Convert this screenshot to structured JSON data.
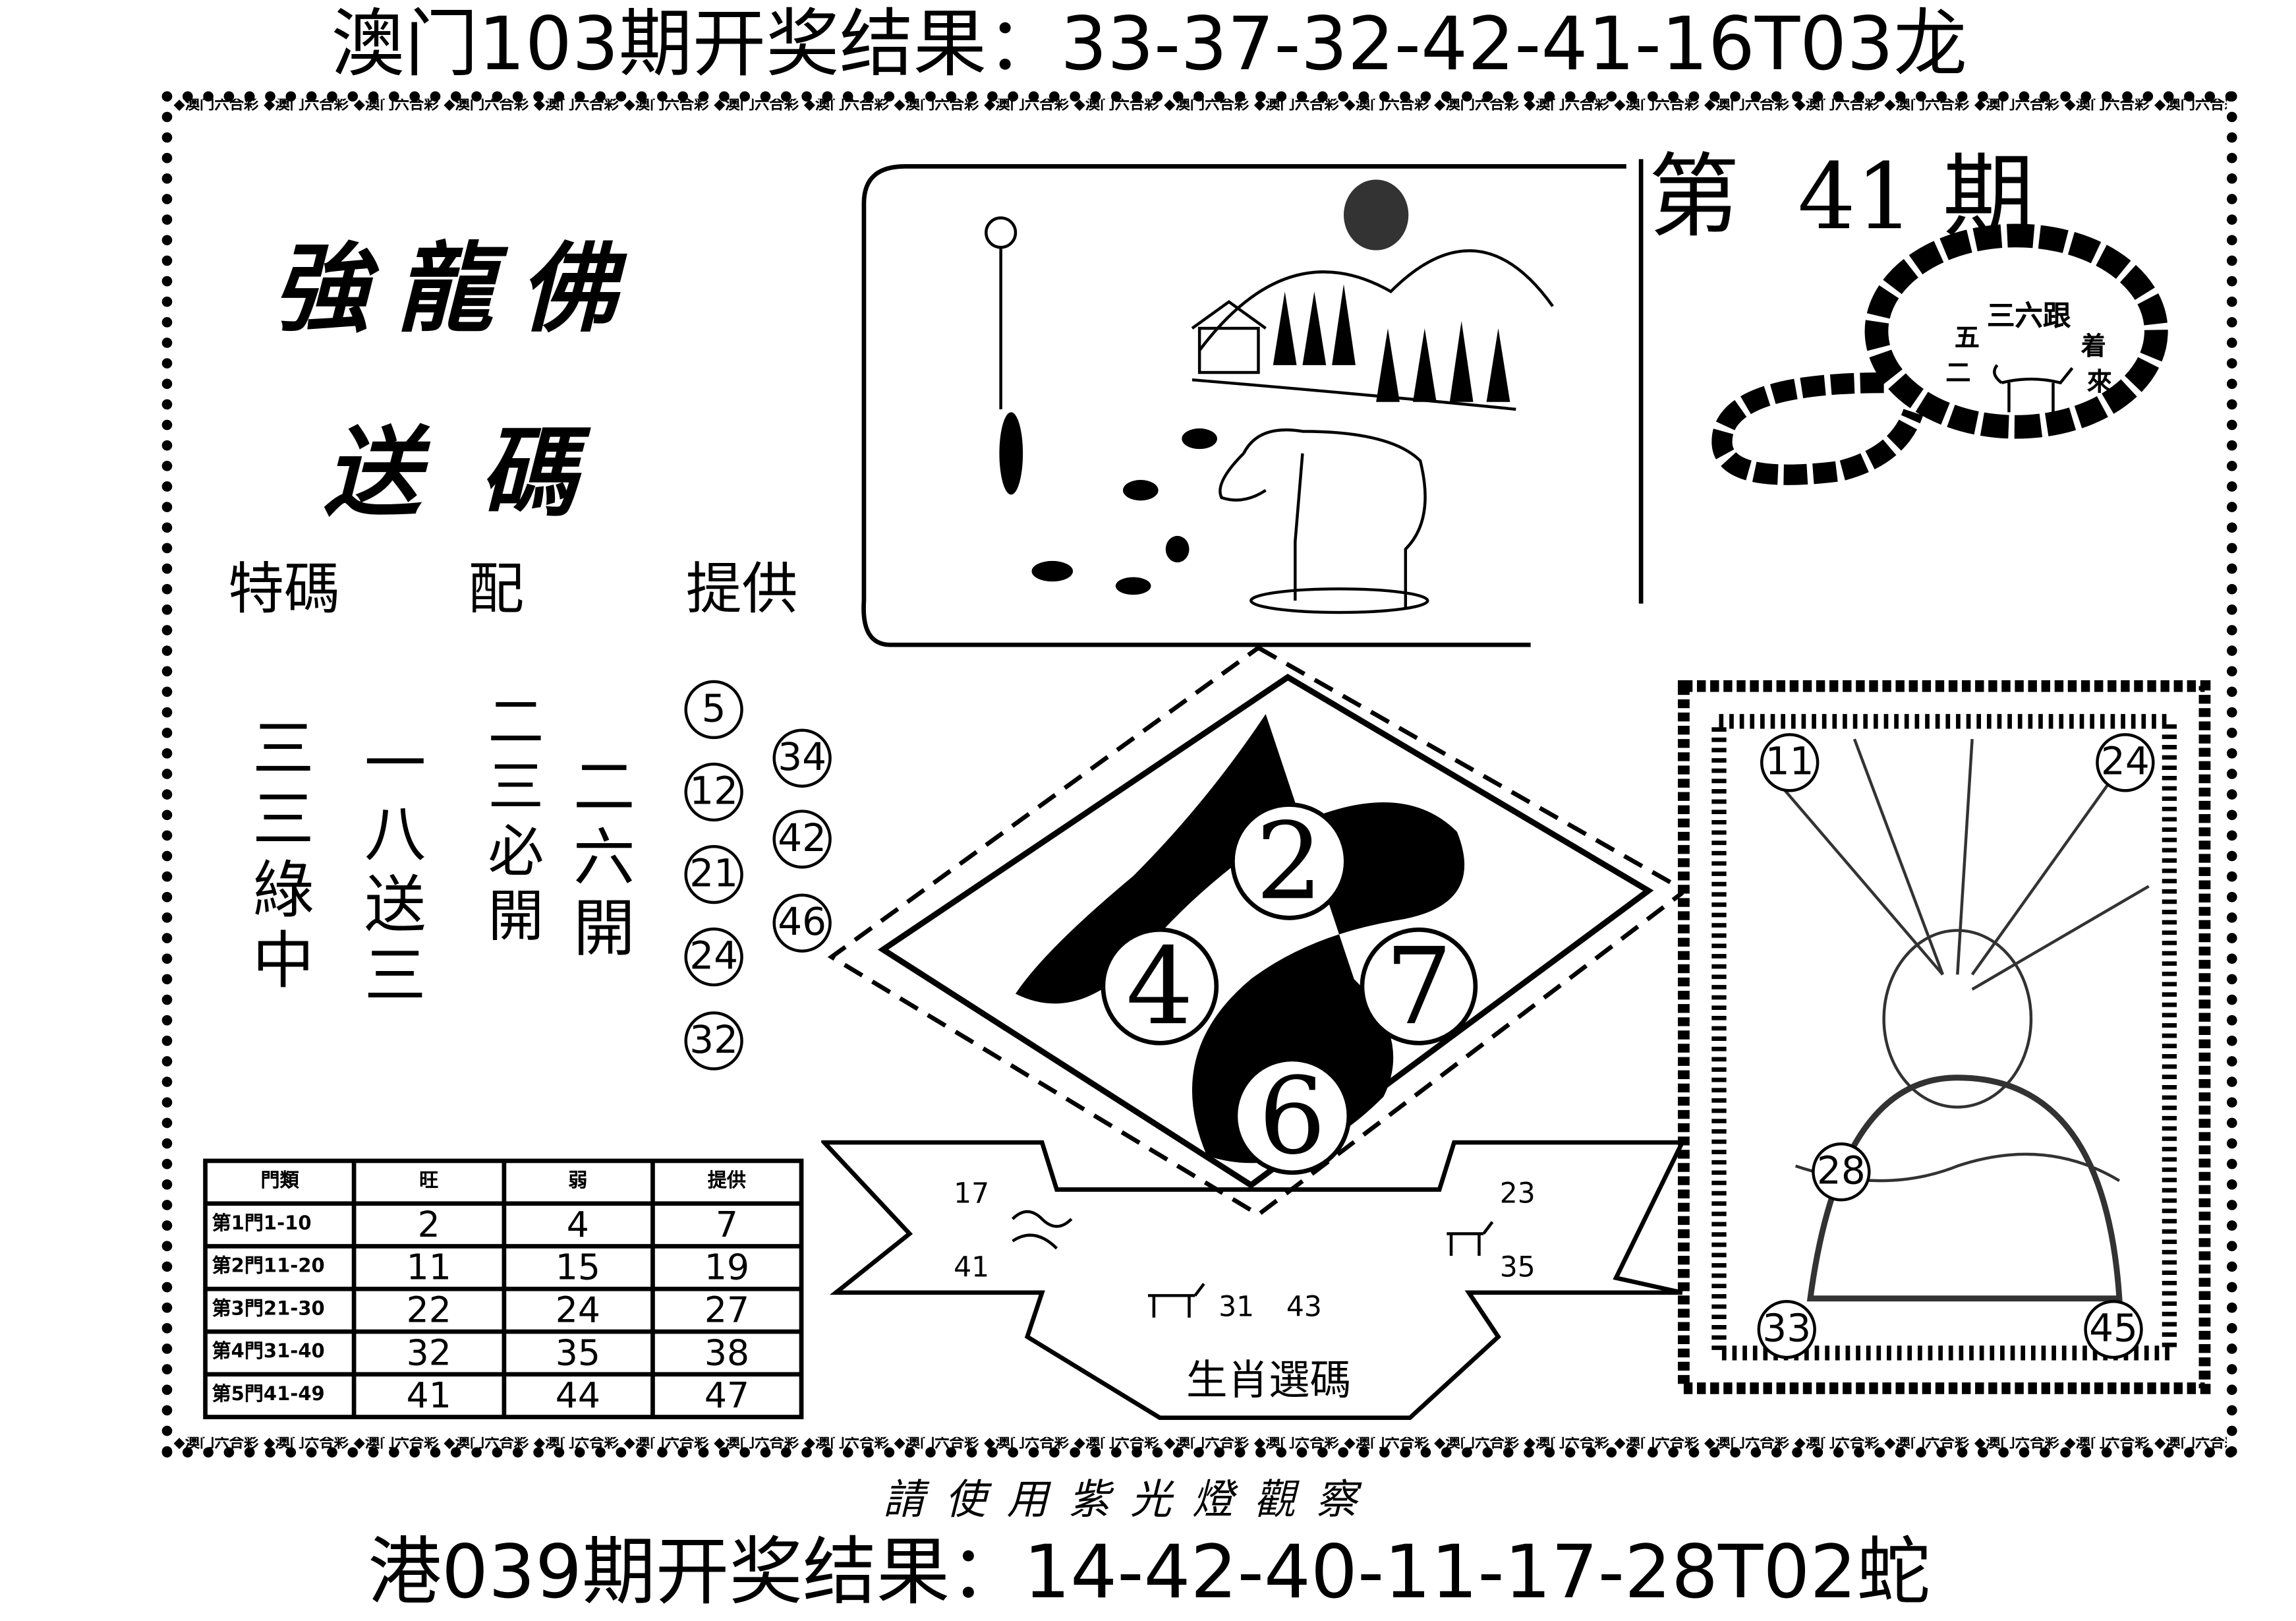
{
  "header": {
    "macau_result": "澳门103期开奖结果：33-37-32-42-41-16T03龙"
  },
  "border_text": "澳门六合彩",
  "left": {
    "calligraphy_title": "強龍佛",
    "calligraphy_sub": "送碼",
    "labels": [
      "特碼",
      "配",
      "提供"
    ],
    "phrases": [
      "三三綠中",
      "一八送三",
      "二三必開",
      "二六開"
    ],
    "circled_col1": [
      "5",
      "12",
      "21",
      "24",
      "32"
    ],
    "circled_col2": [
      "34",
      "42",
      "46"
    ]
  },
  "issue": {
    "label": "第  41 期"
  },
  "beads": {
    "text_a": "三六跟",
    "text_b": "五",
    "text_c": "二",
    "text_d": "着",
    "text_e": "來"
  },
  "diamond": {
    "numbers": [
      "2",
      "4",
      "7",
      "6"
    ]
  },
  "ribbon": {
    "left_top": "17",
    "left_bottom": "41",
    "right_top": "23",
    "right_bottom": "35",
    "center_a": "31",
    "center_b": "43",
    "caption": "生肖選碼"
  },
  "picture": {
    "numbers": [
      "11",
      "24",
      "28",
      "33",
      "45"
    ]
  },
  "table": {
    "headers": [
      "門類",
      "旺",
      "弱",
      "提供"
    ],
    "rows": [
      [
        "第1門1-10",
        "2",
        "4",
        "7"
      ],
      [
        "第2門11-20",
        "11",
        "15",
        "19"
      ],
      [
        "第3門21-30",
        "22",
        "24",
        "27"
      ],
      [
        "第4門31-40",
        "32",
        "35",
        "38"
      ],
      [
        "第5門41-49",
        "41",
        "44",
        "47"
      ]
    ]
  },
  "footer": {
    "note": "請使用紫光燈觀察",
    "hk_result": "港039期开奖结果：14-42-40-11-17-28T02蛇"
  }
}
